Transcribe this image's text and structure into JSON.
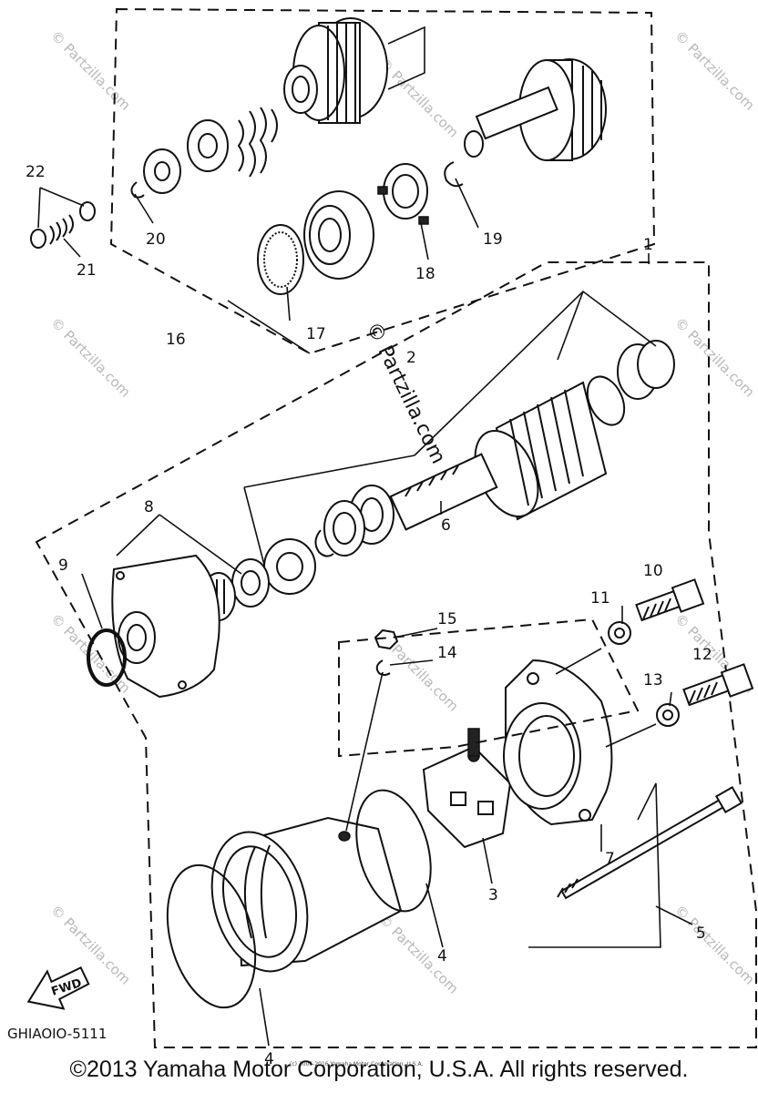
{
  "diagram": {
    "callouts": [
      "1",
      "2",
      "3",
      "4",
      "4",
      "5",
      "6",
      "7",
      "8",
      "9",
      "10",
      "11",
      "12",
      "13",
      "14",
      "15",
      "16",
      "17",
      "18",
      "19",
      "20",
      "21",
      "22"
    ],
    "code": "GHIAOIO-5111",
    "fwd_label": "FWD",
    "watermark_center": "© Partzilla.com",
    "watermark_text": "© Partzilla.com",
    "fine_print": "(c) 2005-2016 Yamaha Motor Corporation, U.S.A.",
    "copyright": "©2013 Yamaha Motor Corporation, U.S.A. All rights reserved."
  }
}
